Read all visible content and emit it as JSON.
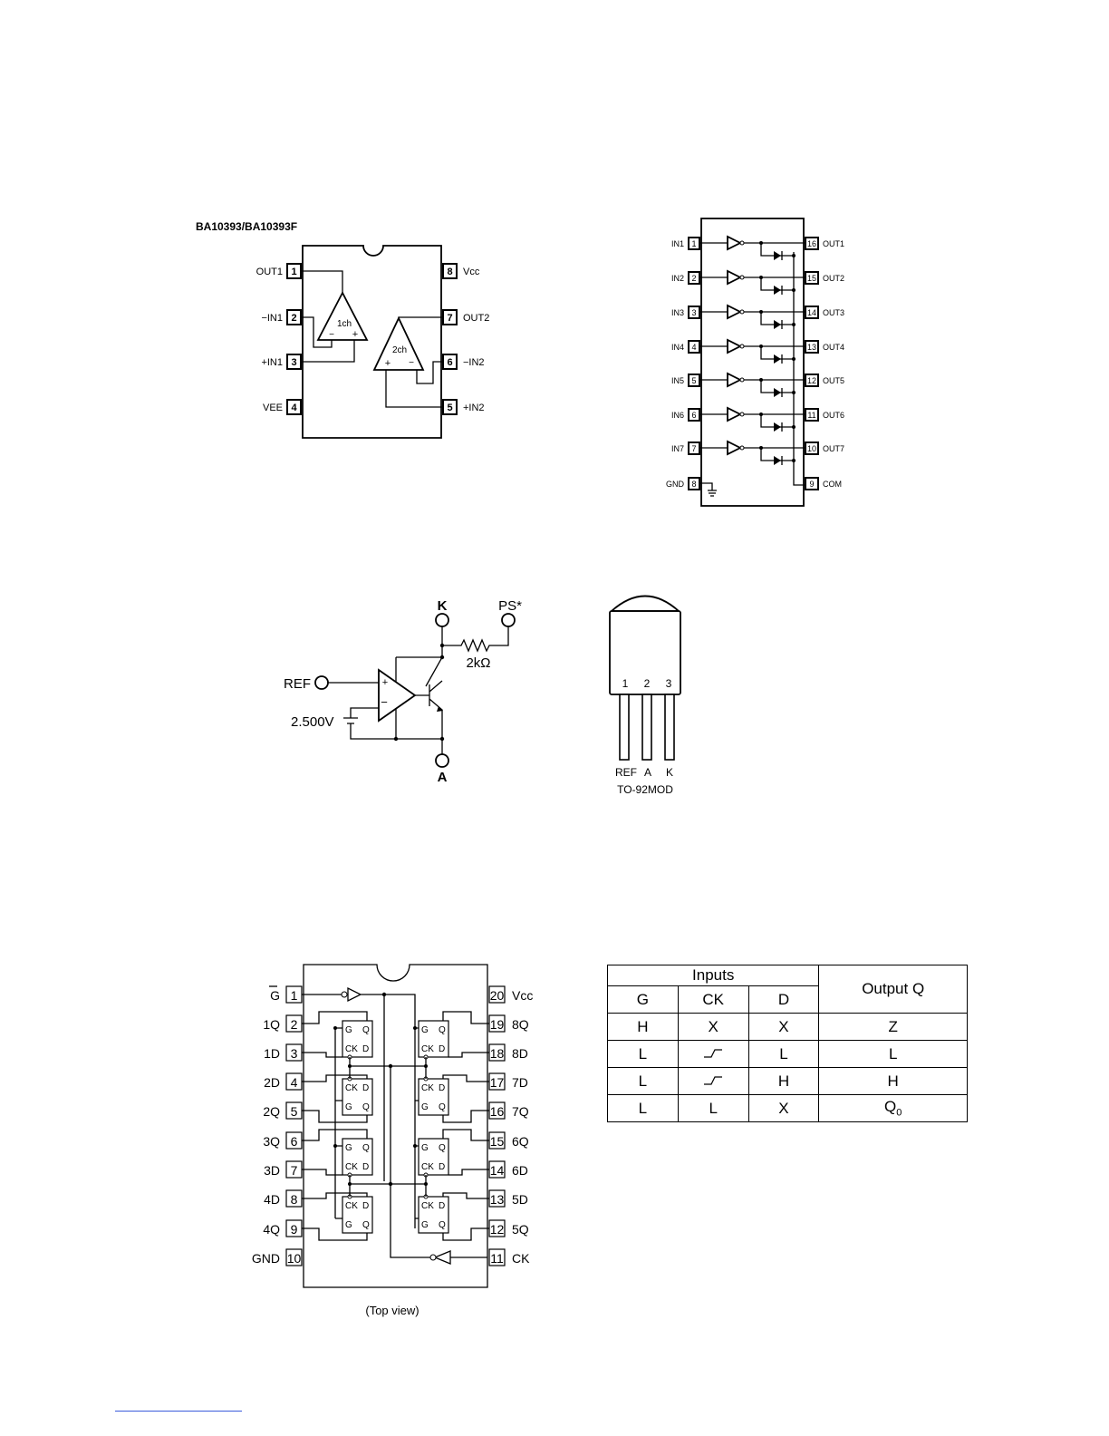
{
  "comparator": {
    "title": "BA10393/BA10393F",
    "left_pins": [
      {
        "num": "1",
        "label": "OUT1"
      },
      {
        "num": "2",
        "label": "−IN1"
      },
      {
        "num": "3",
        "label": "+IN1"
      },
      {
        "num": "4",
        "label": "VEE"
      }
    ],
    "right_pins": [
      {
        "num": "8",
        "label": "Vcc"
      },
      {
        "num": "7",
        "label": "OUT2"
      },
      {
        "num": "6",
        "label": "−IN2"
      },
      {
        "num": "5",
        "label": "+IN2"
      }
    ],
    "ch1_label": "1ch",
    "ch2_label": "2ch",
    "minus": "−",
    "plus": "+"
  },
  "darlington": {
    "left_pins": [
      {
        "num": "1",
        "label": "IN1"
      },
      {
        "num": "2",
        "label": "IN2"
      },
      {
        "num": "3",
        "label": "IN3"
      },
      {
        "num": "4",
        "label": "IN4"
      },
      {
        "num": "5",
        "label": "IN5"
      },
      {
        "num": "6",
        "label": "IN6"
      },
      {
        "num": "7",
        "label": "IN7"
      },
      {
        "num": "8",
        "label": "GND"
      }
    ],
    "right_pins": [
      {
        "num": "16",
        "label": "OUT1"
      },
      {
        "num": "15",
        "label": "OUT2"
      },
      {
        "num": "14",
        "label": "OUT3"
      },
      {
        "num": "13",
        "label": "OUT4"
      },
      {
        "num": "12",
        "label": "OUT5"
      },
      {
        "num": "11",
        "label": "OUT6"
      },
      {
        "num": "10",
        "label": "OUT7"
      },
      {
        "num": "9",
        "label": "COM"
      }
    ]
  },
  "shunt_reg": {
    "k_label": "K",
    "ps_label": "PS*",
    "resistor_label": "2kΩ",
    "ref_label": "REF",
    "voltage_label": "2.500V",
    "a_label": "A",
    "plus": "+",
    "minus": "−"
  },
  "package": {
    "pin_numbers": [
      "1",
      "2",
      "3"
    ],
    "pin_names": [
      "REF",
      "A",
      "K"
    ],
    "name": "TO-92MOD"
  },
  "latch": {
    "left_pins": [
      {
        "num": "1",
        "label": "G"
      },
      {
        "num": "2",
        "label": "1Q"
      },
      {
        "num": "3",
        "label": "1D"
      },
      {
        "num": "4",
        "label": "2D"
      },
      {
        "num": "5",
        "label": "2Q"
      },
      {
        "num": "6",
        "label": "3Q"
      },
      {
        "num": "7",
        "label": "3D"
      },
      {
        "num": "8",
        "label": "4D"
      },
      {
        "num": "9",
        "label": "4Q"
      },
      {
        "num": "10",
        "label": "GND"
      }
    ],
    "right_pins": [
      {
        "num": "20",
        "label": "Vcc"
      },
      {
        "num": "19",
        "label": "8Q"
      },
      {
        "num": "18",
        "label": "8D"
      },
      {
        "num": "17",
        "label": "7D"
      },
      {
        "num": "16",
        "label": "7Q"
      },
      {
        "num": "15",
        "label": "6Q"
      },
      {
        "num": "14",
        "label": "6D"
      },
      {
        "num": "13",
        "label": "5D"
      },
      {
        "num": "12",
        "label": "5Q"
      },
      {
        "num": "11",
        "label": "CK"
      }
    ],
    "ff_labels": {
      "g": "G",
      "q": "Q",
      "ck": "CK",
      "d": "D"
    },
    "caption": "(Top view)"
  },
  "truth_table": {
    "inputs_header": "Inputs",
    "output_header": "Output Q",
    "columns": [
      "G",
      "CK",
      "D"
    ],
    "rows": [
      [
        "H",
        "X",
        "X",
        "Z"
      ],
      [
        "L",
        "rising-edge-icon",
        "L",
        "L"
      ],
      [
        "L",
        "rising-edge-icon",
        "H",
        "H"
      ],
      [
        "L",
        "L",
        "X",
        "Q0"
      ]
    ]
  }
}
